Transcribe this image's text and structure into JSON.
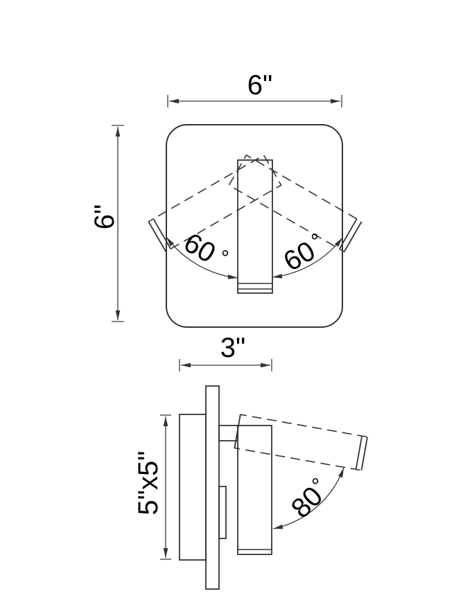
{
  "drawing": {
    "colors": {
      "line_color": "#333333",
      "text_color": "#000000",
      "background": "#ffffff"
    },
    "top_view": {
      "width_label": "6\"",
      "height_label": "6\"",
      "left_angle_value": "60",
      "left_angle_unit": "°",
      "right_angle_value": "60",
      "right_angle_unit": "°"
    },
    "side_view": {
      "depth_label": "3\"",
      "face_label": "5\"x5\"",
      "swivel_angle_value": "80",
      "swivel_angle_unit": "°"
    }
  }
}
